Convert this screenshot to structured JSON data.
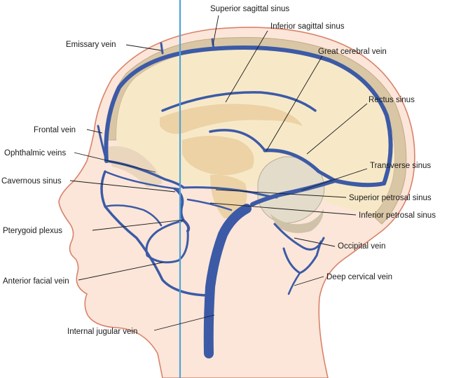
{
  "labels": {
    "superior_sagittal_sinus": "Superior sagittal sinus",
    "inferior_sagittal_sinus": "Inferior sagittal sinus",
    "emissary_vein": "Emissary vein",
    "great_cerebral_vein": "Great cerebral vein",
    "rectus_sinus": "Rectus sinus",
    "frontal_vein": "Frontal vein",
    "ophthalmic_veins": "Ophthalmic veins",
    "cavernous_sinus": "Cavernous sinus",
    "transverse_sinus": "Transverse sinus",
    "superior_petrosal_sinus": "Superior petrosal sinus",
    "inferior_petrosal_sinus": "Inferior petrosal sinus",
    "pterygoid_plexus": "Pterygoid plexus",
    "occipital_vein": "Occipital vein",
    "anterior_facial_vein": "Anterior facial vein",
    "deep_cervical_vein": "Deep cervical vein",
    "internal_jugular_vein": "Internal jugular vein"
  },
  "colors": {
    "vein": "#3c5aa6",
    "skin": "#fbe6d9",
    "skin_outline": "#d9826a",
    "skull": "#d9c6a5",
    "brain": "#f7e9c8",
    "brain_detail": "#ecd2a5",
    "cerebellum": "#e4dccb",
    "midline": "#4fa3d6"
  }
}
